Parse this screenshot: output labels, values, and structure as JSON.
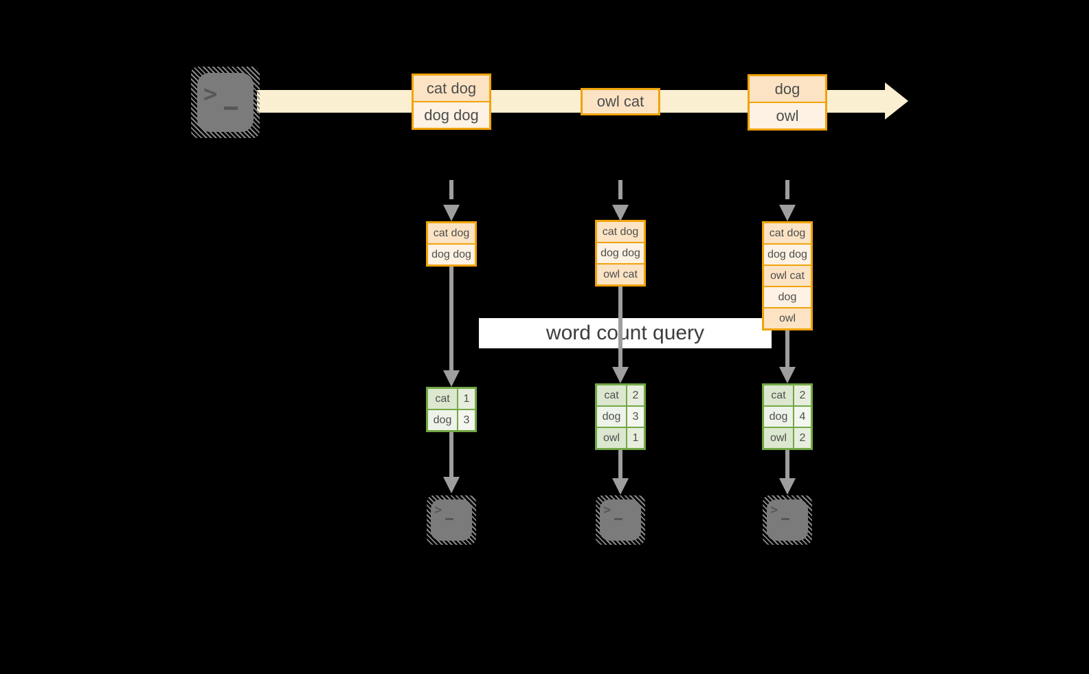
{
  "colors": {
    "bg": "#000000",
    "stream-band": "#FAEFD0",
    "amber-border": "#F0A30A",
    "peach-dark": "#FBE3C4",
    "peach-light": "#FDF2E3",
    "green-border": "#73A744",
    "green-cell-a": "#DCE7D0",
    "green-cell-a-num": "#E7EEDD",
    "green-cell-b": "#EEF3E9",
    "green-cell-b-num": "#F3F7EF",
    "arrow-gray": "#9E9E9E",
    "terminal-fill": "#7B7B7B",
    "text-dark": "#4D4D4D",
    "query-bg": "#FFFFFF",
    "query-text": "#3C3C3C"
  },
  "terminal": {
    "prompt": ">"
  },
  "stream": {
    "batches": [
      {
        "rows": [
          "cat dog",
          "dog dog"
        ]
      },
      {
        "rows": [
          "owl cat"
        ]
      },
      {
        "rows": [
          "dog",
          "owl"
        ]
      }
    ]
  },
  "query": {
    "label": "word count query"
  },
  "columns": [
    {
      "micro_batch": [
        "cat dog",
        "dog dog"
      ],
      "counts": [
        {
          "word": "cat",
          "count": "1"
        },
        {
          "word": "dog",
          "count": "3"
        }
      ]
    },
    {
      "micro_batch": [
        "cat dog",
        "dog dog",
        "owl cat"
      ],
      "counts": [
        {
          "word": "cat",
          "count": "2"
        },
        {
          "word": "dog",
          "count": "3"
        },
        {
          "word": "owl",
          "count": "1"
        }
      ]
    },
    {
      "micro_batch": [
        "cat dog",
        "dog dog",
        "owl cat",
        "dog",
        "owl"
      ],
      "counts": [
        {
          "word": "cat",
          "count": "2"
        },
        {
          "word": "dog",
          "count": "4"
        },
        {
          "word": "owl",
          "count": "2"
        }
      ]
    }
  ]
}
